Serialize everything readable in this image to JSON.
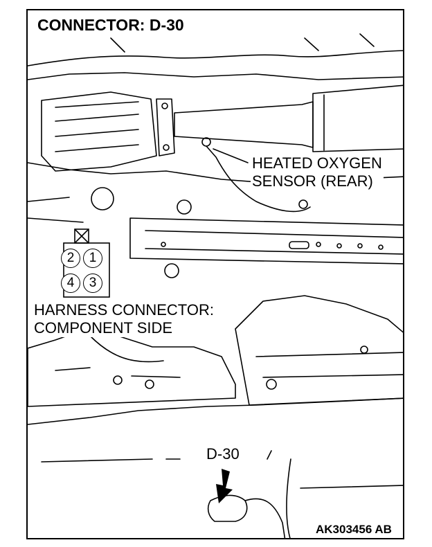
{
  "title": "CONNECTOR: D-30",
  "sensor_label": [
    "HEATED OXYGEN",
    "SENSOR (REAR)"
  ],
  "harness_label": [
    "HARNESS CONNECTOR:",
    "COMPONENT SIDE"
  ],
  "callout": "D-30",
  "pins": [
    "2",
    "1",
    "4",
    "3"
  ],
  "figure_code": "AK303456 AB"
}
